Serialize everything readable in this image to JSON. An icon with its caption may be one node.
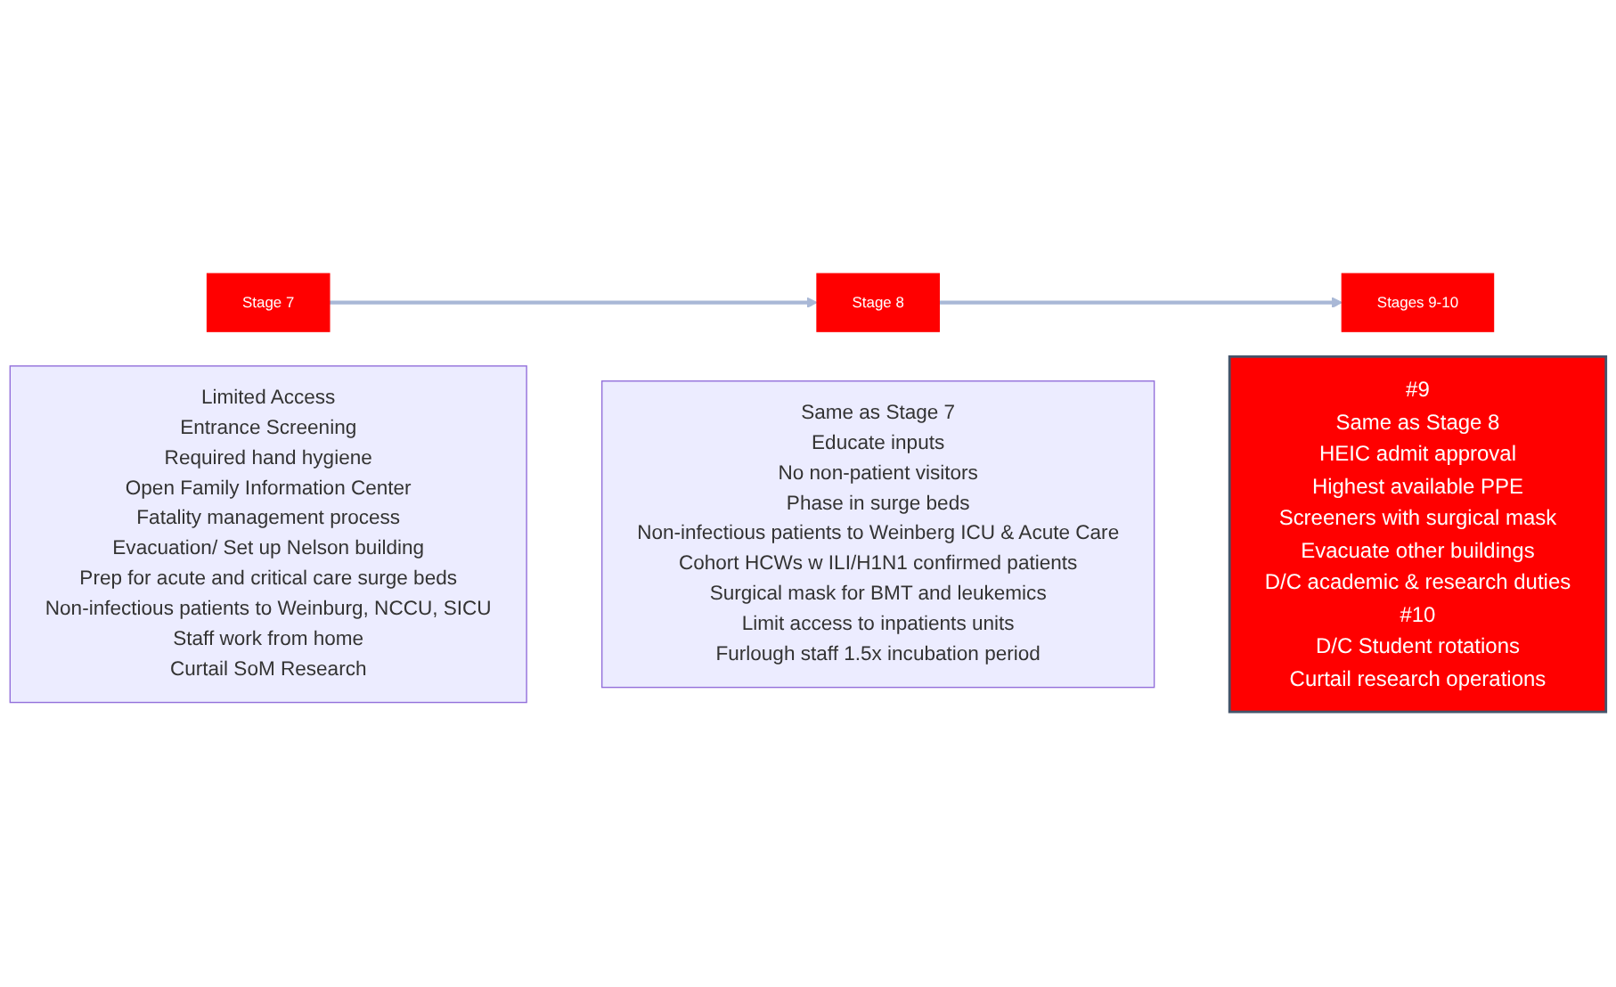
{
  "diagram": {
    "nodes": [
      {
        "text": [
          "Stage 7"
        ]
      },
      {
        "text": [
          "Limited Access",
          "Entrance Screening",
          "Required hand hygiene",
          "Open Family Information Center",
          "Fatality management process",
          "Evacuation/ Set up Nelson building",
          "Prep for acute and critical care surge beds",
          "Non-infectious patients to Weinburg, NCCU, SICU",
          "Staff work from home",
          "Curtail SoM Research"
        ]
      },
      {
        "text": [
          "Stage 8"
        ]
      },
      {
        "text": [
          "Same as Stage 7",
          "Educate inputs",
          "No non-patient visitors",
          "Phase in surge beds",
          "Non-infectious patients to Weinberg ICU & Acute Care",
          "Cohort HCWs w ILI/H1N1 confirmed patients",
          "Surgical mask for BMT and leukemics",
          "Limit access to inpatients units",
          "Furlough staff 1.5x incubation period"
        ]
      },
      {
        "text": [
          "Stages 9-10"
        ]
      },
      {
        "text": [
          "#9",
          "Same as Stage 8",
          "HEIC admit approval",
          "Highest available PPE",
          "Screeners with surgical mask",
          "Evacuate other buildings",
          "D/C academic & research duties",
          "#10",
          "D/C Student rotations",
          "Curtail research operations"
        ]
      }
    ],
    "edges": [
      {
        "from": 0,
        "to": 2,
        "arrow": "to"
      },
      {
        "from": 2,
        "to": 4,
        "arrow": "to"
      }
    ]
  }
}
